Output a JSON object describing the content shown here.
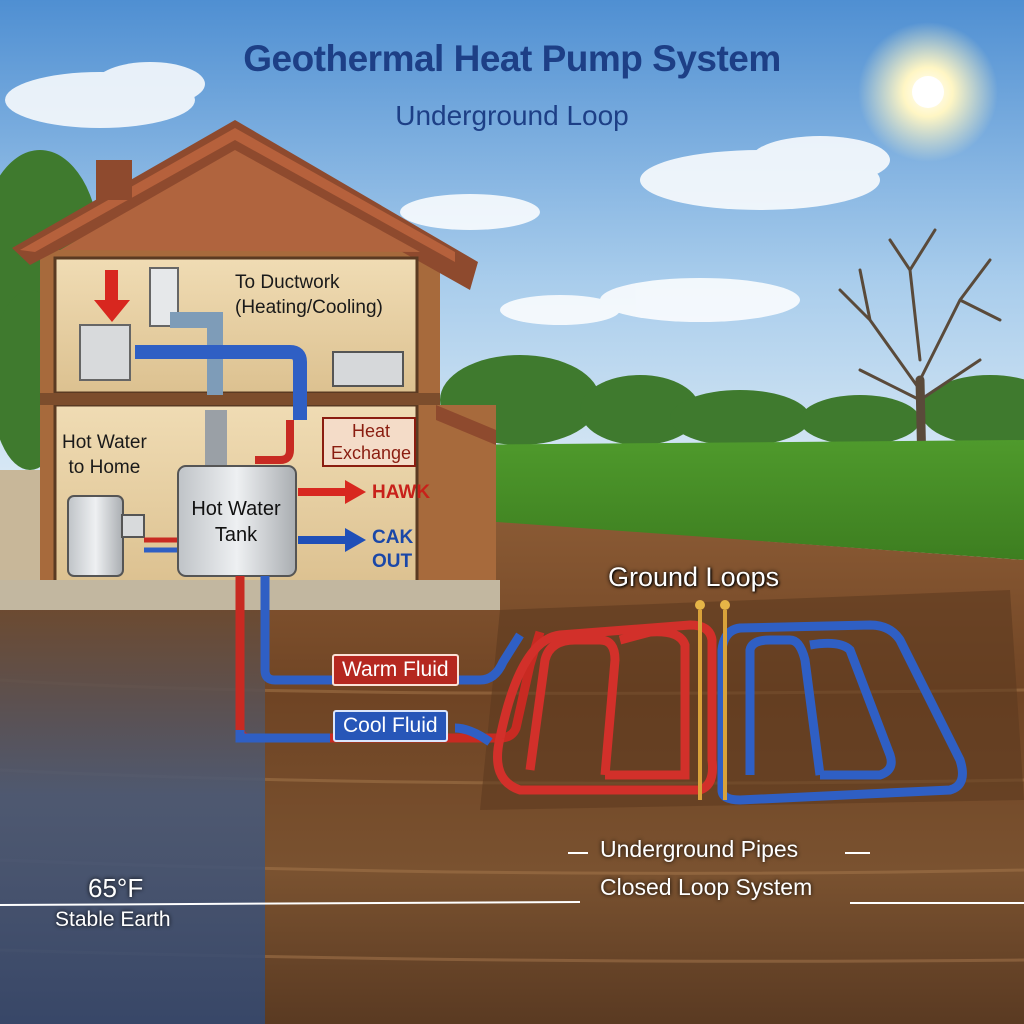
{
  "header": {
    "title": "Geothermal Heat Pump System",
    "subtitle": "Underground Loop"
  },
  "house": {
    "ductwork_label_line1": "To Ductwork",
    "ductwork_label_line2": "(Heating/Cooling)",
    "hot_water_line1": "Hot Water",
    "hot_water_line2": "to Home",
    "tank_line1": "Hot Water",
    "tank_line2": "Tank",
    "heat_exchange_line1": "Heat",
    "heat_exchange_line2": "Exchange",
    "warm_arrow_label": "HAWK",
    "cool_arrow_label_line1": "CAK",
    "cool_arrow_label_line2": "OUT"
  },
  "ground": {
    "loops_label": "Ground Loops",
    "warm_fluid": "Warm Fluid",
    "cool_fluid": "Cool Fluid",
    "pipes_line1": "Underground Pipes",
    "pipes_line2": "Closed Loop System",
    "temperature": "65°F",
    "temperature_note": "Stable Earth"
  },
  "colors": {
    "title": "#1d3f86",
    "warm_pipe": "#d2302a",
    "cool_pipe": "#2f5fc4",
    "sky_top": "#4f8ed0",
    "grass": "#4f9a2c",
    "soil": "#7a4a2a"
  }
}
